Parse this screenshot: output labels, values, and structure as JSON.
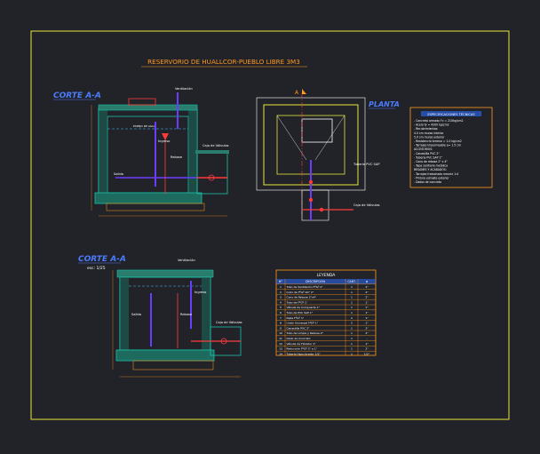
{
  "drawing": {
    "title": "RESERVORIO DE HUALLCOR-PUEBLO LIBRE  3M3",
    "section_label_top": "CORTE A-A",
    "section_label_bottom": "CORTE A-A",
    "section_scale": "esc: 1/25",
    "plan_label": "PLANTA",
    "cut_marker": "A",
    "pipe_label": "Tubería PVC SAP",
    "box_label": "Caja de Válvulas",
    "inlet_label": "Ingreso",
    "outlet_label": "Salida",
    "overflow_label": "Rebose",
    "vent_label": "Ventilación",
    "water_label": "ESPEJO DE AGUA",
    "notes_title": "ESPECIFICACIONES TÉCNICAS",
    "notes_lines": [
      "- Concreto armado f'c = 210kg/cm2",
      "- Acero fy = 4200 kg/cm2",
      "- Recubrimientos:",
      "    4.0 cm  muros interior",
      "    5.0 cm  muros exterior",
      "- Resistencia terreno = 1.0 kg/cm2",
      "- Tarrajeo impermeable e= 1.5 cm",
      "ACCESORIOS:",
      "- Canastilla PVC 2\"",
      "- Tubería PVC SAP 1\"",
      "- Cono de rebose 2\" x 4\"",
      "- Tapa sanitaria metálica",
      "RESANES Y ACABADOS:",
      "- Tarrajeo frotachado mezcla 1:4",
      "- Pintura esmalte exterior",
      "- Dados de concreto"
    ],
    "legend_title": "LEYENDA",
    "legend_headers": [
      "N°",
      "DESCRIPCIÓN",
      "CANT.",
      "ø"
    ],
    "legend_rows": [
      [
        "1",
        "Tubo de Ventilación FºGº 2\"",
        "1",
        "2\""
      ],
      [
        "2",
        "Codo de FºGº 90° 2\"",
        "1",
        "2\""
      ],
      [
        "3",
        "Cono de Rebose 2\"x4\"",
        "1",
        "2\""
      ],
      [
        "4",
        "Tubo de FºGº 1\"",
        "1",
        "1\""
      ],
      [
        "5",
        "Válvula de Compuerta 1\"",
        "1",
        "1\""
      ],
      [
        "6",
        "Tubo de PVC SAP 1\"",
        "1",
        "1\""
      ],
      [
        "7",
        "Niple FºGº 1\"",
        "2",
        "1\""
      ],
      [
        "8",
        "Unión Universal FºGº 1\"",
        "2",
        "1\""
      ],
      [
        "9",
        "Canastilla PVC 2\"",
        "1",
        "2\""
      ],
      [
        "10",
        "Tubo de Limpia y Rebose 2\"",
        "1",
        "2\""
      ],
      [
        "11",
        "Dado de Concreto",
        "1",
        "-"
      ],
      [
        "12",
        "Válvula de Flotador 1\"",
        "1",
        "1\""
      ],
      [
        "13",
        "Reducción FºGº 2\" a 1\"",
        "1",
        "2\""
      ],
      [
        "14",
        "Tubería Hipoclorador 1/2\"",
        "1",
        "1/2\""
      ]
    ]
  }
}
